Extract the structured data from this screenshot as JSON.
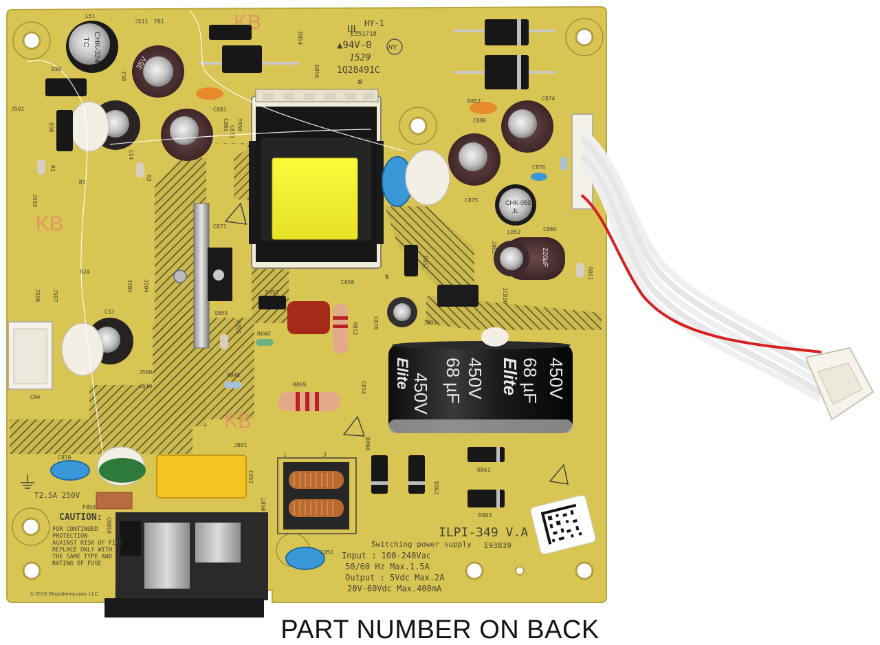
{
  "caption": "PART NUMBER ON BACK",
  "board": {
    "model": "ILPI-349 V.A",
    "supply_label": "Switching power supply",
    "part_code": "E93839",
    "input_line": "Input : 100-240Vac",
    "freq_line": "50/60 Hz   Max.1.5A",
    "output_line": "Output : 5Vdc   Max.2A",
    "output2_line": "20V-60Vdc   Max.400mA",
    "copyright": "© 2016 ShopJimmy.com, LLC",
    "caution_title": "CAUTION:",
    "caution_lines": [
      "FOR CONTINUED",
      "PROTECTION",
      "AGAINST RISK OF FIRE",
      "REPLACE ONLY WITH",
      "THE SAME TYPE AND",
      "RATING OF FUSE"
    ],
    "fuse_rating": "T2.5A  250V",
    "ul_marks": [
      "HY-1",
      "E351718",
      "▲94V-0",
      "1529",
      "1Q28491C",
      "HY"
    ],
    "kb_mark": "KB"
  },
  "components": {
    "bulk_cap_lines": [
      "450V",
      "68 µF",
      "450V",
      "68 µF",
      "450V"
    ],
    "bulk_cap_brand": "Elite",
    "small_cap_1": "CHK-324",
    "small_cap_1b": "TC",
    "small_cap_2": "CHK-053",
    "small_cap_2b": "JL",
    "cap_220": "220µF",
    "cap_35v": "35V"
  },
  "silk_labels": [
    "L51",
    "J511",
    "FB1",
    "D854",
    "D50",
    "C50",
    "D856",
    "J502",
    "C881",
    "C885",
    "C873",
    "T850",
    "Q50",
    "R1",
    "C54",
    "R2",
    "R3",
    "J503",
    "C872",
    "Q850",
    "R24",
    "J505",
    "J504",
    "J506",
    "J507",
    "C53",
    "D851",
    "C858",
    "R855",
    "R848",
    "R852",
    "C878",
    "J803",
    "R845",
    "R869",
    "C854",
    "J509",
    "J510",
    "CN4",
    "J801",
    "C852",
    "L850",
    "CN850",
    "C850",
    "F850",
    "C851",
    "D890",
    "D862",
    "D861",
    "D863",
    "C874",
    "C886",
    "D857",
    "C876",
    "C875",
    "L852",
    "C869",
    "R861",
    "J802",
    "D852",
    "IC850",
    "9",
    "5",
    "3",
    "1"
  ],
  "colors": {
    "pcb": "#d8c453",
    "pcb_dark": "#c8b44a",
    "hatch": "#5a5a38",
    "bulk_cap": "#1a1a1a",
    "transformer_core": "#151515",
    "transformer_tape": "#f4f030",
    "wire_red": "#d42020",
    "wire_white": "#f4f4f4",
    "relay_yellow": "#f7c523",
    "y_cap_blue": "#3a98d8",
    "x_cap_green": "#2e7a3a"
  },
  "icons": [
    "screw-hole-icon",
    "ground-symbol-icon",
    "high-voltage-warning-icon",
    "datamatrix-barcode-icon"
  ]
}
